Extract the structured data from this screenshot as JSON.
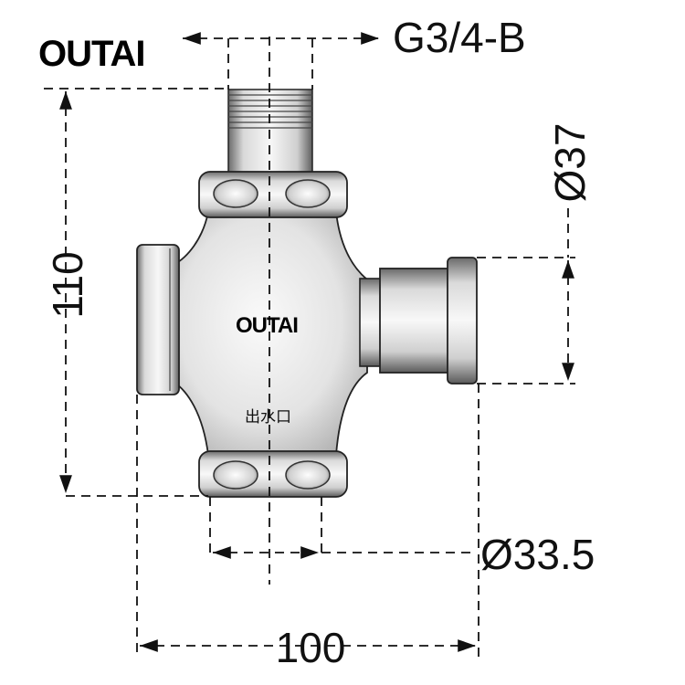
{
  "brand": {
    "logo_text": "OUTAI",
    "body_logo_text": "OUTAI"
  },
  "body_marking": "出水口",
  "dimensions": {
    "thread_spec": "G3/4-B",
    "height": "110",
    "outlet_diameter": "Ø37",
    "nut_diameter": "Ø33.5",
    "width": "100"
  },
  "colors": {
    "line": "#111111",
    "metal_dark": "#555555",
    "metal_light": "#e8e8e8"
  }
}
